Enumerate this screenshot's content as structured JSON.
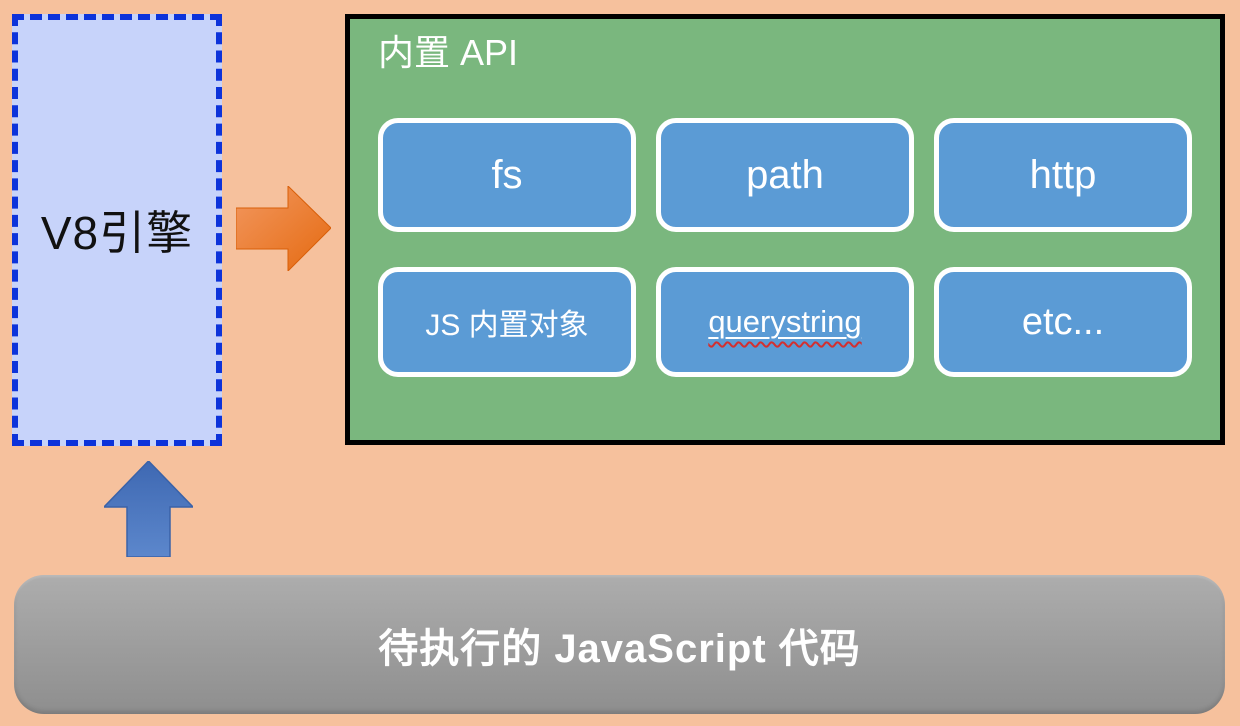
{
  "colors": {
    "background": "#f6c19d",
    "panel_green": "#7ab77e",
    "module_blue": "#5b9bd5",
    "v8_fill": "#c7d3fa",
    "v8_dash": "#0d33da",
    "gray_top": "#adadad",
    "gray_bottom": "#8e8e8e",
    "orange_start": "#f2975f",
    "orange_end": "#e56a10",
    "blue_arrow_start": "#3e68b2",
    "blue_arrow_end": "#5c87cc"
  },
  "v8_box": {
    "label": "V8引擎"
  },
  "api_panel": {
    "title": "内置 API",
    "modules": [
      {
        "label": "fs"
      },
      {
        "label": "path"
      },
      {
        "label": "http"
      },
      {
        "label": "JS 内置对象"
      },
      {
        "label": "querystring",
        "spellcheck_marked": true
      },
      {
        "label": "etc..."
      }
    ]
  },
  "js_code_box": {
    "label": "待执行的 JavaScript 代码"
  }
}
